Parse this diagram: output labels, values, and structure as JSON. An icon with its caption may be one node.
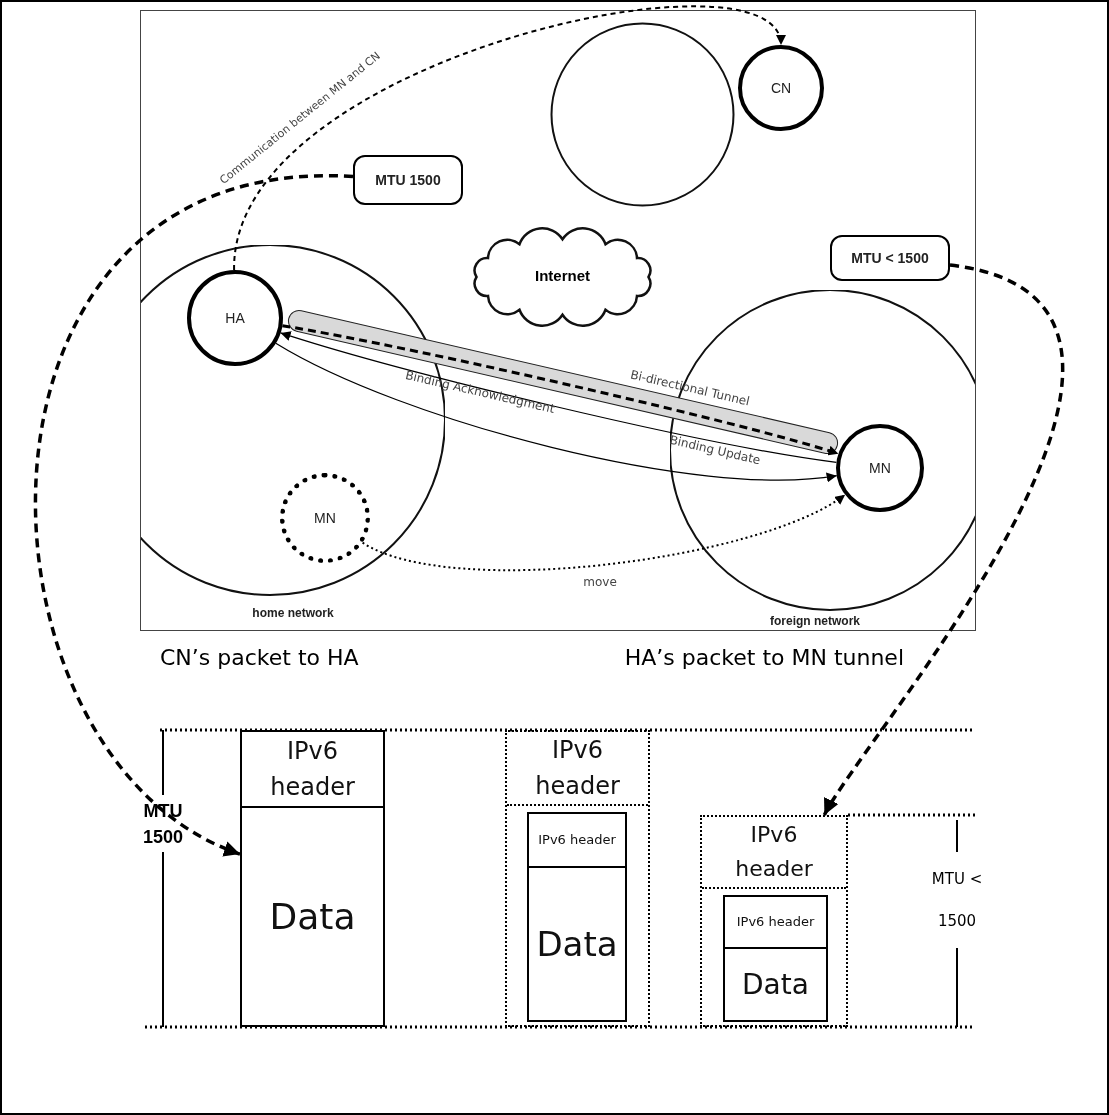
{
  "diagram": {
    "nodes": [
      {
        "text": [],
        "shape": "circle"
      },
      {
        "text": [
          "CN"
        ]
      },
      {
        "text": [
          "MTU 1500"
        ]
      },
      {
        "text": [
          "home network"
        ]
      },
      {
        "text": [
          "HA"
        ],
        "in": 3
      },
      {
        "text": [
          "Internet"
        ]
      },
      {
        "text": [
          "foreign network"
        ]
      },
      {
        "text": [
          "MTU < 1500"
        ]
      },
      {
        "text": [
          "MN"
        ],
        "in": 6
      },
      {
        "text": [
          "MN"
        ],
        "in": 3
      },
      {
        "text": [],
        "shape": "box"
      },
      {
        "text": [
          "IPv6 header"
        ],
        "in": 10
      },
      {
        "text": [
          "Data"
        ],
        "in": 10
      },
      {
        "text": [],
        "shape": "box"
      },
      {
        "text": [
          "IPv6 header"
        ],
        "in": 13
      },
      {
        "text": [],
        "shape": "box",
        "in": 13
      },
      {
        "text": [
          "IPv6 header"
        ],
        "in": 15
      },
      {
        "text": [
          "Data"
        ],
        "in": 15
      },
      {
        "text": [],
        "shape": "box"
      },
      {
        "text": [
          "IPv6 header"
        ],
        "in": 18
      },
      {
        "text": [],
        "shape": "box",
        "in": 18
      },
      {
        "text": [
          "IPv6 header"
        ],
        "in": 20
      },
      {
        "text": [
          "Data"
        ],
        "in": 20
      }
    ],
    "edges": [
      {
        "from": 4,
        "to": 1,
        "arrow": "to",
        "style": "dashed",
        "label": "Communication between MN and CN"
      },
      {
        "from": 4,
        "to": 8,
        "arrow": "to",
        "style": "dashed",
        "label": "Bi-directional Tunnel"
      },
      {
        "from": 8,
        "to": 4,
        "arrow": "to",
        "label": "Binding Acknowledgment"
      },
      {
        "from": 4,
        "to": 8,
        "arrow": "to",
        "label": "Binding Update"
      },
      {
        "from": 9,
        "to": 8,
        "arrow": "to",
        "style": "dashed",
        "label": "move"
      },
      {
        "from": 2,
        "to": 10,
        "arrow": "to",
        "style": "dashed"
      },
      {
        "from": 7,
        "to": 18,
        "arrow": "to",
        "style": "dashed"
      }
    ],
    "labels": [
      "CN’s packet to HA",
      "HA’s packet to MN tunnel",
      "MTU 1500",
      "MTU < 1500"
    ]
  }
}
